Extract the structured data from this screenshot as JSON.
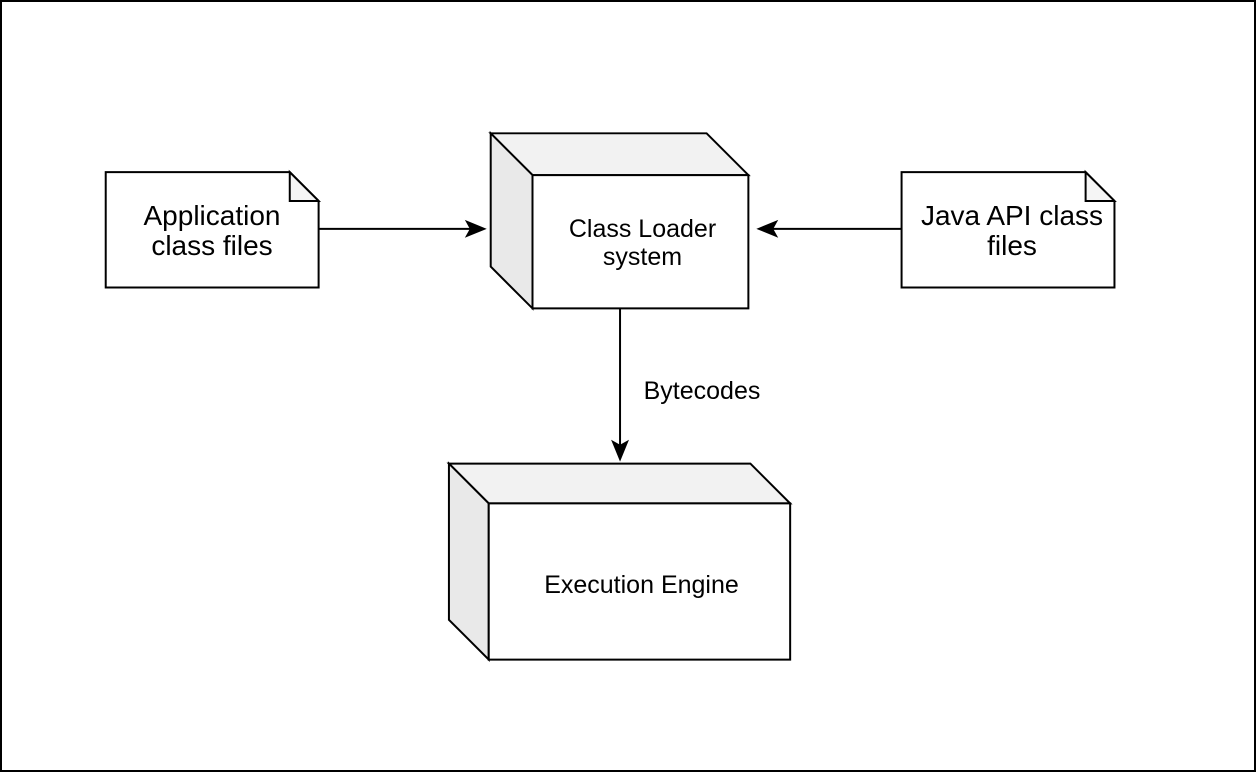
{
  "diagram": {
    "colors": {
      "stroke": "#000000",
      "node_fill": "#ffffff",
      "cube_top_fill": "#f2f2f2",
      "cube_side_fill": "#e9e9e9",
      "fold_fill": "#f5f5f5",
      "background": "#ffffff",
      "text": "#000000"
    },
    "nodes": {
      "application_class_files": {
        "shape": "note",
        "label": "Application class files",
        "lines": [
          "Application",
          "class files"
        ]
      },
      "java_api_class_files": {
        "shape": "note",
        "label": "Java API class files",
        "lines": [
          "Java API class",
          "files"
        ]
      },
      "class_loader_system": {
        "shape": "cube",
        "label": "Class Loader system",
        "lines": [
          "Class Loader",
          "system"
        ]
      },
      "execution_engine": {
        "shape": "cube",
        "label": "Execution Engine",
        "lines": [
          "Execution Engine"
        ]
      }
    },
    "edges": [
      {
        "from": "application_class_files",
        "to": "class_loader_system",
        "direction": "right",
        "label": ""
      },
      {
        "from": "java_api_class_files",
        "to": "class_loader_system",
        "direction": "left",
        "label": ""
      },
      {
        "from": "class_loader_system",
        "to": "execution_engine",
        "direction": "down",
        "label": "Bytecodes"
      }
    ]
  }
}
